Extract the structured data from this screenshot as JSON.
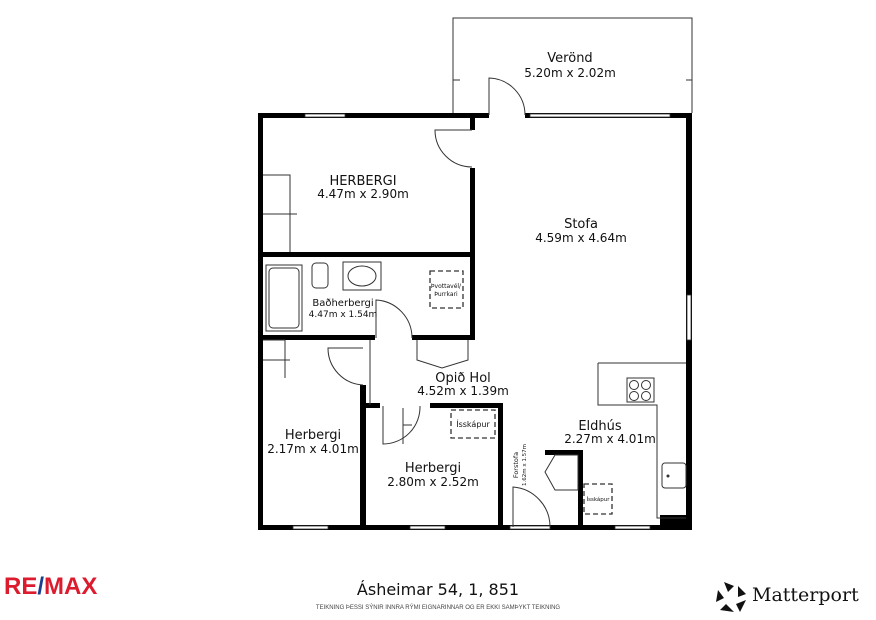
{
  "rooms": {
    "veranda": {
      "name": "Verönd",
      "size": "5.20m x 2.02m"
    },
    "bedroom_main": {
      "name": "HERBERGI",
      "size": "4.47m x 2.90m"
    },
    "living": {
      "name": "Stofa",
      "size": "4.59m x 4.64m"
    },
    "bathroom": {
      "name": "Baðherbergi",
      "size": "4.47m x 1.54m"
    },
    "hall": {
      "name": "Opið Hol",
      "size": "4.52m x 1.39m"
    },
    "bedroom_left": {
      "name": "Herbergi",
      "size": "2.17m x 4.01m"
    },
    "bedroom_mid": {
      "name": "Herbergi",
      "size": "2.80m x 2.52m"
    },
    "kitchen": {
      "name": "Eldhús",
      "size": "2.27m x 4.01m"
    },
    "entry": {
      "name": "Forstofa",
      "size": "1.62m x 1.57m"
    }
  },
  "fixtures": {
    "washer_line1": "Þvottavél/",
    "washer_line2": "Þurrkari",
    "fridge1": "Ísskápur",
    "fridge2": "Ísskápur"
  },
  "footer": {
    "address": "Ásheimar 54, 1, 851",
    "disclaimer": "TEIKNING ÞESSI SÝNIR INNRA RÝMI EIGNARINNAR OG ER EKKI SAMÞYKT TEIKNING",
    "logo_left": "RE/MAX",
    "logo_right": "Matterport"
  },
  "colors": {
    "remax_red": "#dc1c2e",
    "remax_blue": "#1a3e8c",
    "wall": "#000000"
  }
}
